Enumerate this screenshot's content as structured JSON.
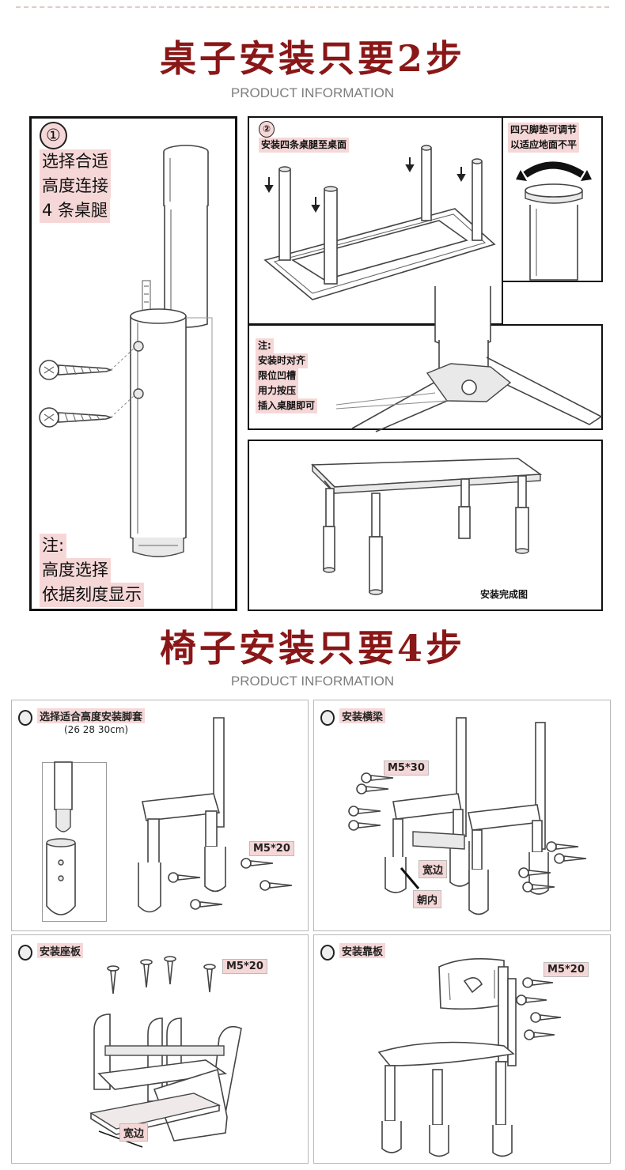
{
  "table_section": {
    "title": "桌子安装只要2步",
    "subtitle": "PRODUCT INFORMATION",
    "step1": {
      "number": "①",
      "lines": [
        "选择合适",
        "高度连接",
        "4 条桌腿"
      ],
      "note_label": "注:",
      "note_lines": [
        "高度选择",
        "依据刻度显示"
      ]
    },
    "step2": {
      "number": "②",
      "caption": "安装四条桌腿至桌面"
    },
    "pads": {
      "lines": [
        "四只脚垫可调节",
        "以适应地面不平"
      ]
    },
    "note2": {
      "label": "注:",
      "lines": [
        "安装时对齐",
        "限位凹槽",
        "用力按压",
        "插入桌腿即可"
      ]
    },
    "finished": {
      "caption": "安装完成图"
    }
  },
  "chair_section": {
    "title": "椅子安装只要4步",
    "subtitle": "PRODUCT INFORMATION",
    "panel1": {
      "caption": "选择适合高度安装脚套",
      "sub": "(26 28 30cm)",
      "screw_label": "M5*20"
    },
    "panel2": {
      "caption": "安装横梁",
      "screw_label": "M5*30",
      "wide_side": "宽边",
      "inward": "朝内"
    },
    "panel3": {
      "caption": "安装座板",
      "screw_label": "M5*20",
      "wide_side": "宽边"
    },
    "panel4": {
      "caption": "安装靠板",
      "screw_label": "M5*20"
    }
  },
  "colors": {
    "title_red": "#8a1717",
    "highlight_pink": "#f6d7d7",
    "subtitle_gray": "#7d7d7d"
  }
}
